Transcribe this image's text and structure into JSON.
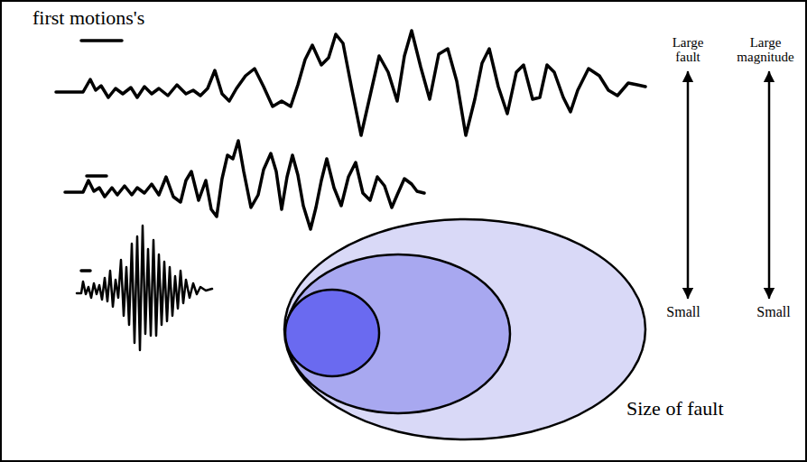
{
  "diagram": {
    "labels": [
      "first motions's",
      "Large fault",
      "Large magnitude",
      "Small",
      "Small",
      "Size of fault"
    ]
  }
}
